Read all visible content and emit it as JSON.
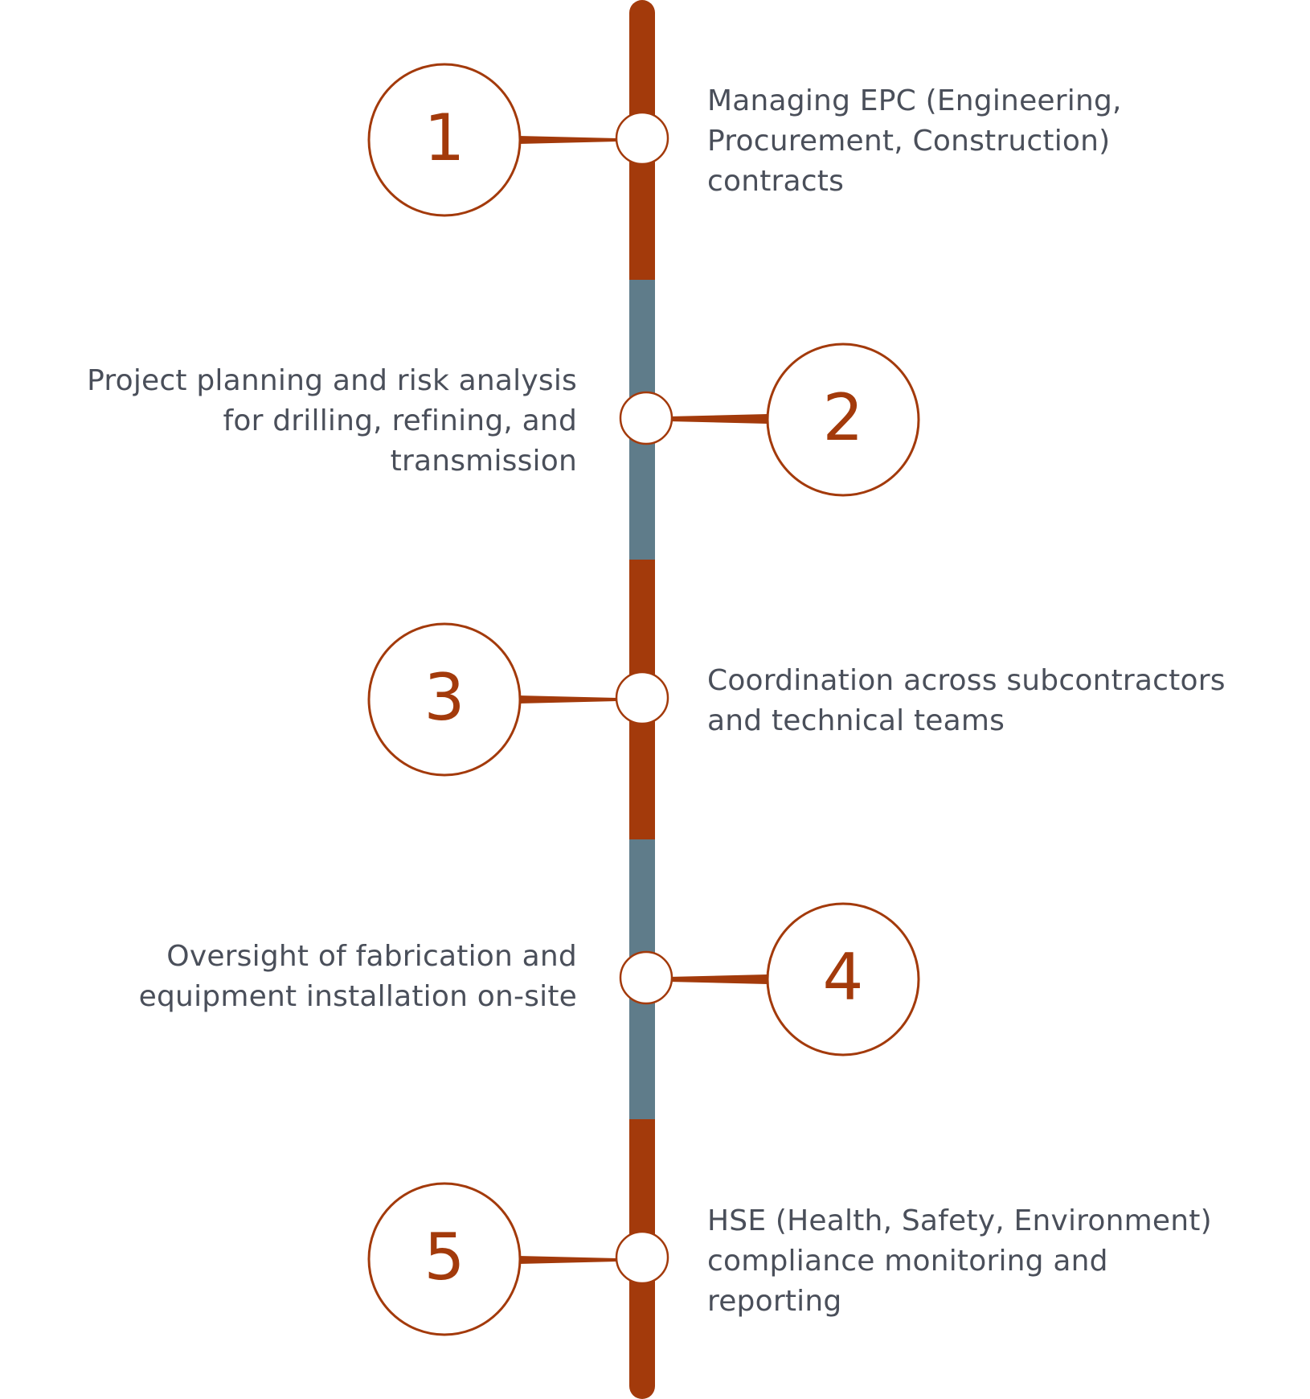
{
  "colors": {
    "accent": "#a33a0b",
    "spine_alt": "#5f7c8a",
    "text": "#4a4f5a",
    "background": "#ffffff"
  },
  "steps": [
    {
      "number": "1",
      "side": "right",
      "lines": [
        "Managing EPC (Engineering,",
        "Procurement, Construction)",
        "contracts"
      ]
    },
    {
      "number": "2",
      "side": "left",
      "lines": [
        "Project planning and risk analysis",
        "for drilling, refining, and",
        "transmission"
      ]
    },
    {
      "number": "3",
      "side": "right",
      "lines": [
        "Coordination across subcontractors",
        "and technical teams"
      ]
    },
    {
      "number": "4",
      "side": "left",
      "lines": [
        "Oversight of fabrication and",
        "equipment installation on-site"
      ]
    },
    {
      "number": "5",
      "side": "right",
      "lines": [
        "HSE (Health, Safety, Environment)",
        "compliance monitoring and",
        "reporting"
      ]
    }
  ]
}
